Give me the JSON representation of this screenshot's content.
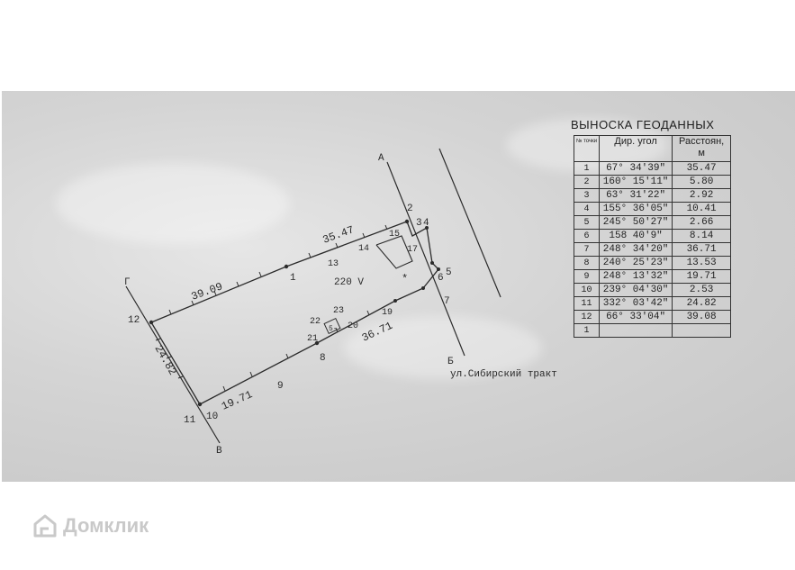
{
  "plan": {
    "corner_labels": [
      "А",
      "Б",
      "В",
      "Г"
    ],
    "point_labels": [
      "1",
      "2",
      "3",
      "4",
      "5",
      "6",
      "7",
      "8",
      "9",
      "10",
      "11",
      "12",
      "13",
      "14",
      "15",
      "17",
      "19",
      "20",
      "21",
      "22",
      "23"
    ],
    "dimensions": [
      "35.47",
      "39.09",
      "36.71",
      "19.71",
      "24.82"
    ],
    "power_label": "220 V",
    "star": "*",
    "street": "ул.Сибирский тракт",
    "stamp": "5-"
  },
  "geodata": {
    "title": "ВЫНОСКА ГЕОДАННЫХ",
    "header": {
      "num": "№ точки",
      "angle": "Дир. угол",
      "distance": "Расстоян, м"
    },
    "rows": [
      {
        "n": "1",
        "angle": "67° 34'39\"",
        "dist": "35.47"
      },
      {
        "n": "2",
        "angle": "160° 15'11\"",
        "dist": "5.80"
      },
      {
        "n": "3",
        "angle": "63° 31'22\"",
        "dist": "2.92"
      },
      {
        "n": "4",
        "angle": "155° 36'05\"",
        "dist": "10.41"
      },
      {
        "n": "5",
        "angle": "245° 50'27\"",
        "dist": "2.66"
      },
      {
        "n": "6",
        "angle": "158 40'9\"",
        "dist": "8.14"
      },
      {
        "n": "7",
        "angle": "248° 34'20\"",
        "dist": "36.71"
      },
      {
        "n": "8",
        "angle": "240° 25'23\"",
        "dist": "13.53"
      },
      {
        "n": "9",
        "angle": "248° 13'32\"",
        "dist": "19.71"
      },
      {
        "n": "10",
        "angle": "239° 04'30\"",
        "dist": "2.53"
      },
      {
        "n": "11",
        "angle": "332° 03'42\"",
        "dist": "24.82"
      },
      {
        "n": "12",
        "angle": "66° 33'04\"",
        "dist": "39.08"
      },
      {
        "n": "1",
        "angle": "",
        "dist": ""
      }
    ]
  },
  "watermark": {
    "text": "Домклик",
    "icon": "domclick-house-icon"
  }
}
